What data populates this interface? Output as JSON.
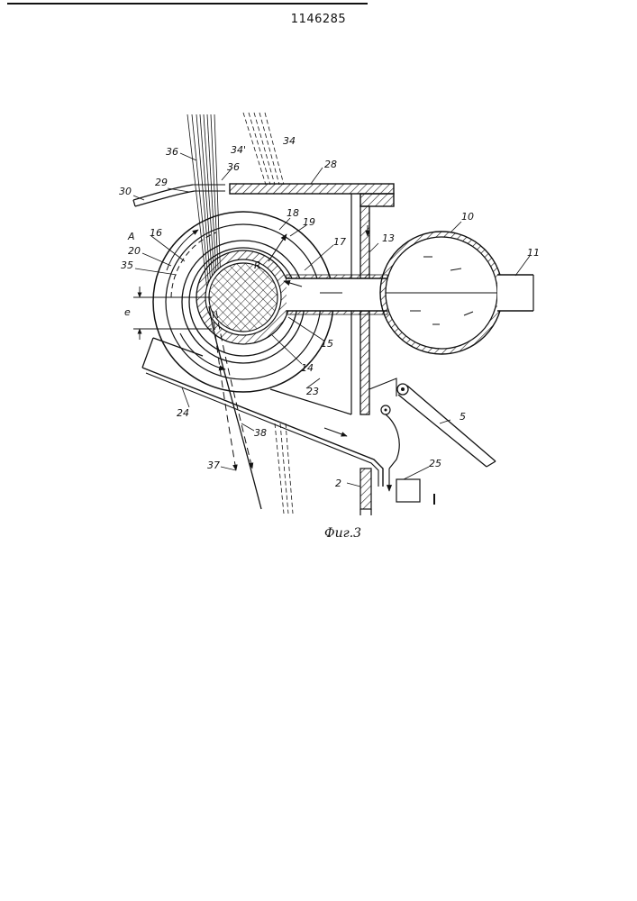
{
  "header": {
    "patent_number": "1146285"
  },
  "figure": {
    "caption": "Фиг.3",
    "labels": {
      "l36a": "36",
      "l34p": "34'",
      "l34": "34",
      "l36b": "36",
      "l28": "28",
      "l29": "29",
      "l30": "30",
      "l18": "18",
      "l19": "19",
      "l17": "17",
      "l13": "13",
      "l10": "10",
      "l11": "11",
      "lA": "A",
      "l16": "16",
      "l20": "20",
      "l35": "35",
      "le": "e",
      "lR": "R",
      "l15": "15",
      "l14": "14",
      "l23": "23",
      "l24": "24",
      "l38": "38",
      "l5": "5",
      "l37": "37",
      "l25": "25",
      "l2": "2"
    }
  }
}
